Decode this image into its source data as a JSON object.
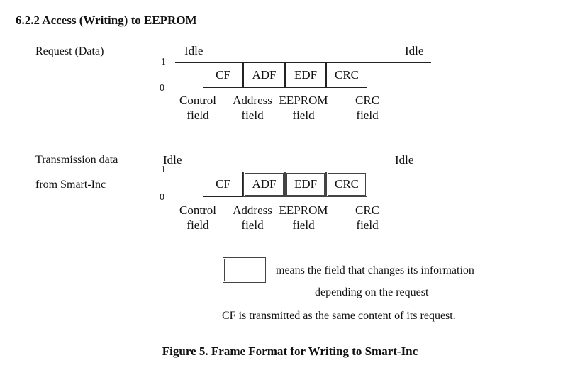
{
  "section_title": "6.2.2 Access (Writing) to EEPROM",
  "rows": [
    {
      "label_lines": [
        "Request (Data)"
      ],
      "idle_start": "Idle",
      "idle_end": "Idle",
      "level_high": "1",
      "level_low": "0",
      "fields": [
        {
          "abbr": "CF",
          "name_line1": "Control",
          "name_line2": "field",
          "changes": false
        },
        {
          "abbr": "ADF",
          "name_line1": "Address",
          "name_line2": "field",
          "changes": false
        },
        {
          "abbr": "EDF",
          "name_line1": "EEPROM",
          "name_line2": "field",
          "changes": false
        },
        {
          "abbr": "CRC",
          "name_line1": "CRC",
          "name_line2": "field",
          "changes": false
        }
      ]
    },
    {
      "label_lines": [
        "Transmission data",
        "from Smart-Inc"
      ],
      "idle_start": "Idle",
      "idle_end": "Idle",
      "level_high": "1",
      "level_low": "0",
      "fields": [
        {
          "abbr": "CF",
          "name_line1": "Control",
          "name_line2": "field",
          "changes": false
        },
        {
          "abbr": "ADF",
          "name_line1": "Address",
          "name_line2": "field",
          "changes": true
        },
        {
          "abbr": "EDF",
          "name_line1": "EEPROM",
          "name_line2": "field",
          "changes": true
        },
        {
          "abbr": "CRC",
          "name_line1": "CRC",
          "name_line2": "field",
          "changes": true
        }
      ]
    }
  ],
  "legend": {
    "line1": "means the field that changes its information",
    "line2": "depending on the request"
  },
  "note": "CF is transmitted as the same content of its request.",
  "figure_caption": "Figure 5. Frame Format for Writing to Smart-Inc"
}
